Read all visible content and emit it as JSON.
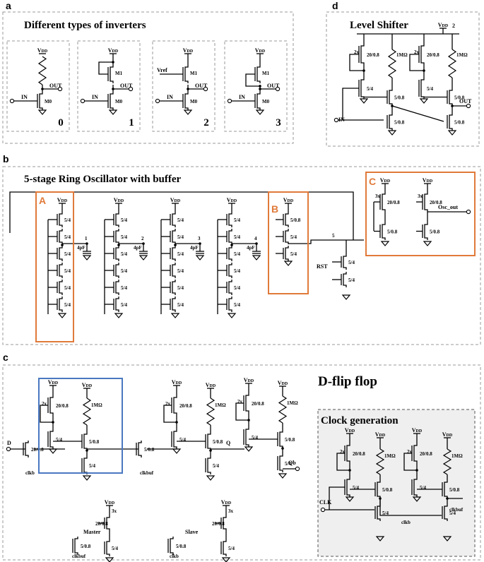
{
  "panels": {
    "a": {
      "letter": "a",
      "title": "Different types of inverters",
      "cells": [
        {
          "index": "0",
          "vdd": "VDD",
          "in": "IN",
          "out": "OUT",
          "m0": "M0"
        },
        {
          "index": "1",
          "vdd": "VDD",
          "in": "IN",
          "out": "OUT",
          "m0": "M0",
          "m1": "M1"
        },
        {
          "index": "2",
          "vdd": "VDD",
          "in": "IN",
          "out": "OUT",
          "m0": "M0",
          "m1": "M1",
          "vref": "Vref"
        },
        {
          "index": "3",
          "vdd": "VDD",
          "in": "IN",
          "out": "OUT",
          "m0": "M0",
          "m1": "M1"
        }
      ]
    },
    "d": {
      "letter": "d",
      "title": "Level Shifter",
      "vdd2": "VDD 2",
      "in": "IN",
      "out": "OUT",
      "res": "1MΩ",
      "size_p": "20/0.8",
      "size_n1": "5/4",
      "size_n2": "5/0.8",
      "mult": "2x"
    },
    "b": {
      "letter": "b",
      "title": "5-stage Ring Oscillator with buffer",
      "box_a": "A",
      "box_b": "B",
      "box_c": "C",
      "vdd": "VDD",
      "size_a": "5/4",
      "size_b": "5/0.8",
      "size_c_p": "20/0.8",
      "size_c_n": "5/0.8",
      "mult": "3x",
      "cap": "4pF",
      "nodes": [
        "1",
        "2",
        "3",
        "4",
        "5"
      ],
      "rst": "RST",
      "out": "Osc_out"
    },
    "c": {
      "letter": "c",
      "title": "D-flip flop",
      "vdd": "VDD",
      "d": "D",
      "q": "Q",
      "qb": "Qb",
      "res": "1MΩ",
      "size_p": "20/0.8",
      "size_n1": "5/4",
      "size_n2": "5/0.8",
      "mult2": "2x",
      "mult3": "3x",
      "master": "Master",
      "slave": "Slave",
      "clkb": "clkb",
      "clkbuf": "clkbuf",
      "clock": {
        "title": "Clock generation",
        "clk": "CLK",
        "clkb": "clkb",
        "clkbuf": "clkbuf"
      }
    }
  },
  "colors": {
    "orange": "#e07a3a",
    "blue": "#4a78c0",
    "dashed": "#9a9a9a",
    "clockbg": "#efefef"
  }
}
